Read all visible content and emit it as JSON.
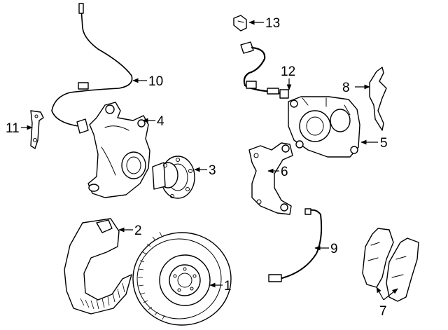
{
  "diagram": {
    "title": "Front brake and hub assembly — exploded parts view",
    "callouts": [
      {
        "key": "c1",
        "number": "1"
      },
      {
        "key": "c2",
        "number": "2"
      },
      {
        "key": "c3",
        "number": "3"
      },
      {
        "key": "c4",
        "number": "4"
      },
      {
        "key": "c5",
        "number": "5"
      },
      {
        "key": "c6",
        "number": "6"
      },
      {
        "key": "c7",
        "number": "7"
      },
      {
        "key": "c8",
        "number": "8"
      },
      {
        "key": "c9",
        "number": "9"
      },
      {
        "key": "c10",
        "number": "10"
      },
      {
        "key": "c11",
        "number": "11"
      },
      {
        "key": "c12",
        "number": "12"
      },
      {
        "key": "c13",
        "number": "13"
      }
    ]
  }
}
